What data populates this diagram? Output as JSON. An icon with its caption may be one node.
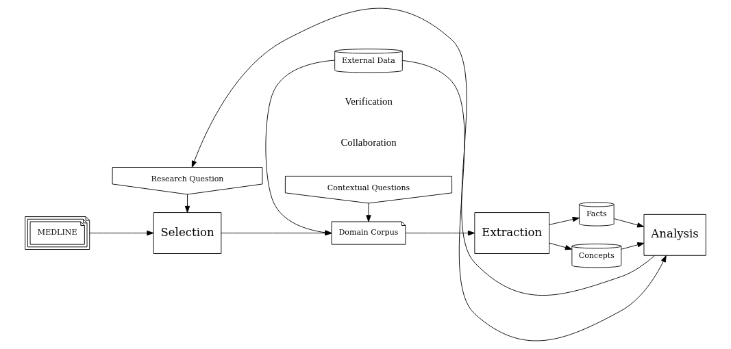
{
  "diagram": {
    "nodes": [
      {
        "text": [
          "MEDLINE"
        ]
      },
      {
        "text": [
          "Research Question"
        ]
      },
      {
        "text": [
          "Contextual Questions"
        ]
      },
      {
        "text": [
          "Selection"
        ]
      },
      {
        "text": [
          "Domain Corpus"
        ]
      },
      {
        "text": [
          "Extraction"
        ]
      },
      {
        "text": [
          "Facts"
        ]
      },
      {
        "text": [
          "Concepts"
        ]
      },
      {
        "text": [
          "Analysis"
        ]
      },
      {
        "text": [
          "External Data"
        ]
      }
    ],
    "edges": [
      {
        "from": 0,
        "to": 3,
        "arrow": "to"
      },
      {
        "from": 1,
        "to": 3,
        "arrow": "to"
      },
      {
        "from": 3,
        "to": 4,
        "arrow": "to"
      },
      {
        "from": 2,
        "to": 4,
        "arrow": "to"
      },
      {
        "from": 9,
        "to": 4,
        "arrow": "to"
      },
      {
        "from": 4,
        "to": 5,
        "arrow": "to"
      },
      {
        "from": 5,
        "to": 6,
        "arrow": "to"
      },
      {
        "from": 5,
        "to": 7,
        "arrow": "to"
      },
      {
        "from": 6,
        "to": 8,
        "arrow": "to"
      },
      {
        "from": 7,
        "to": 8,
        "arrow": "to"
      },
      {
        "from": 9,
        "to": 8,
        "arrow": "to"
      },
      {
        "from": 8,
        "to": 1,
        "arrow": "to"
      }
    ],
    "labels": [
      "Verification",
      "Collaboration"
    ]
  }
}
